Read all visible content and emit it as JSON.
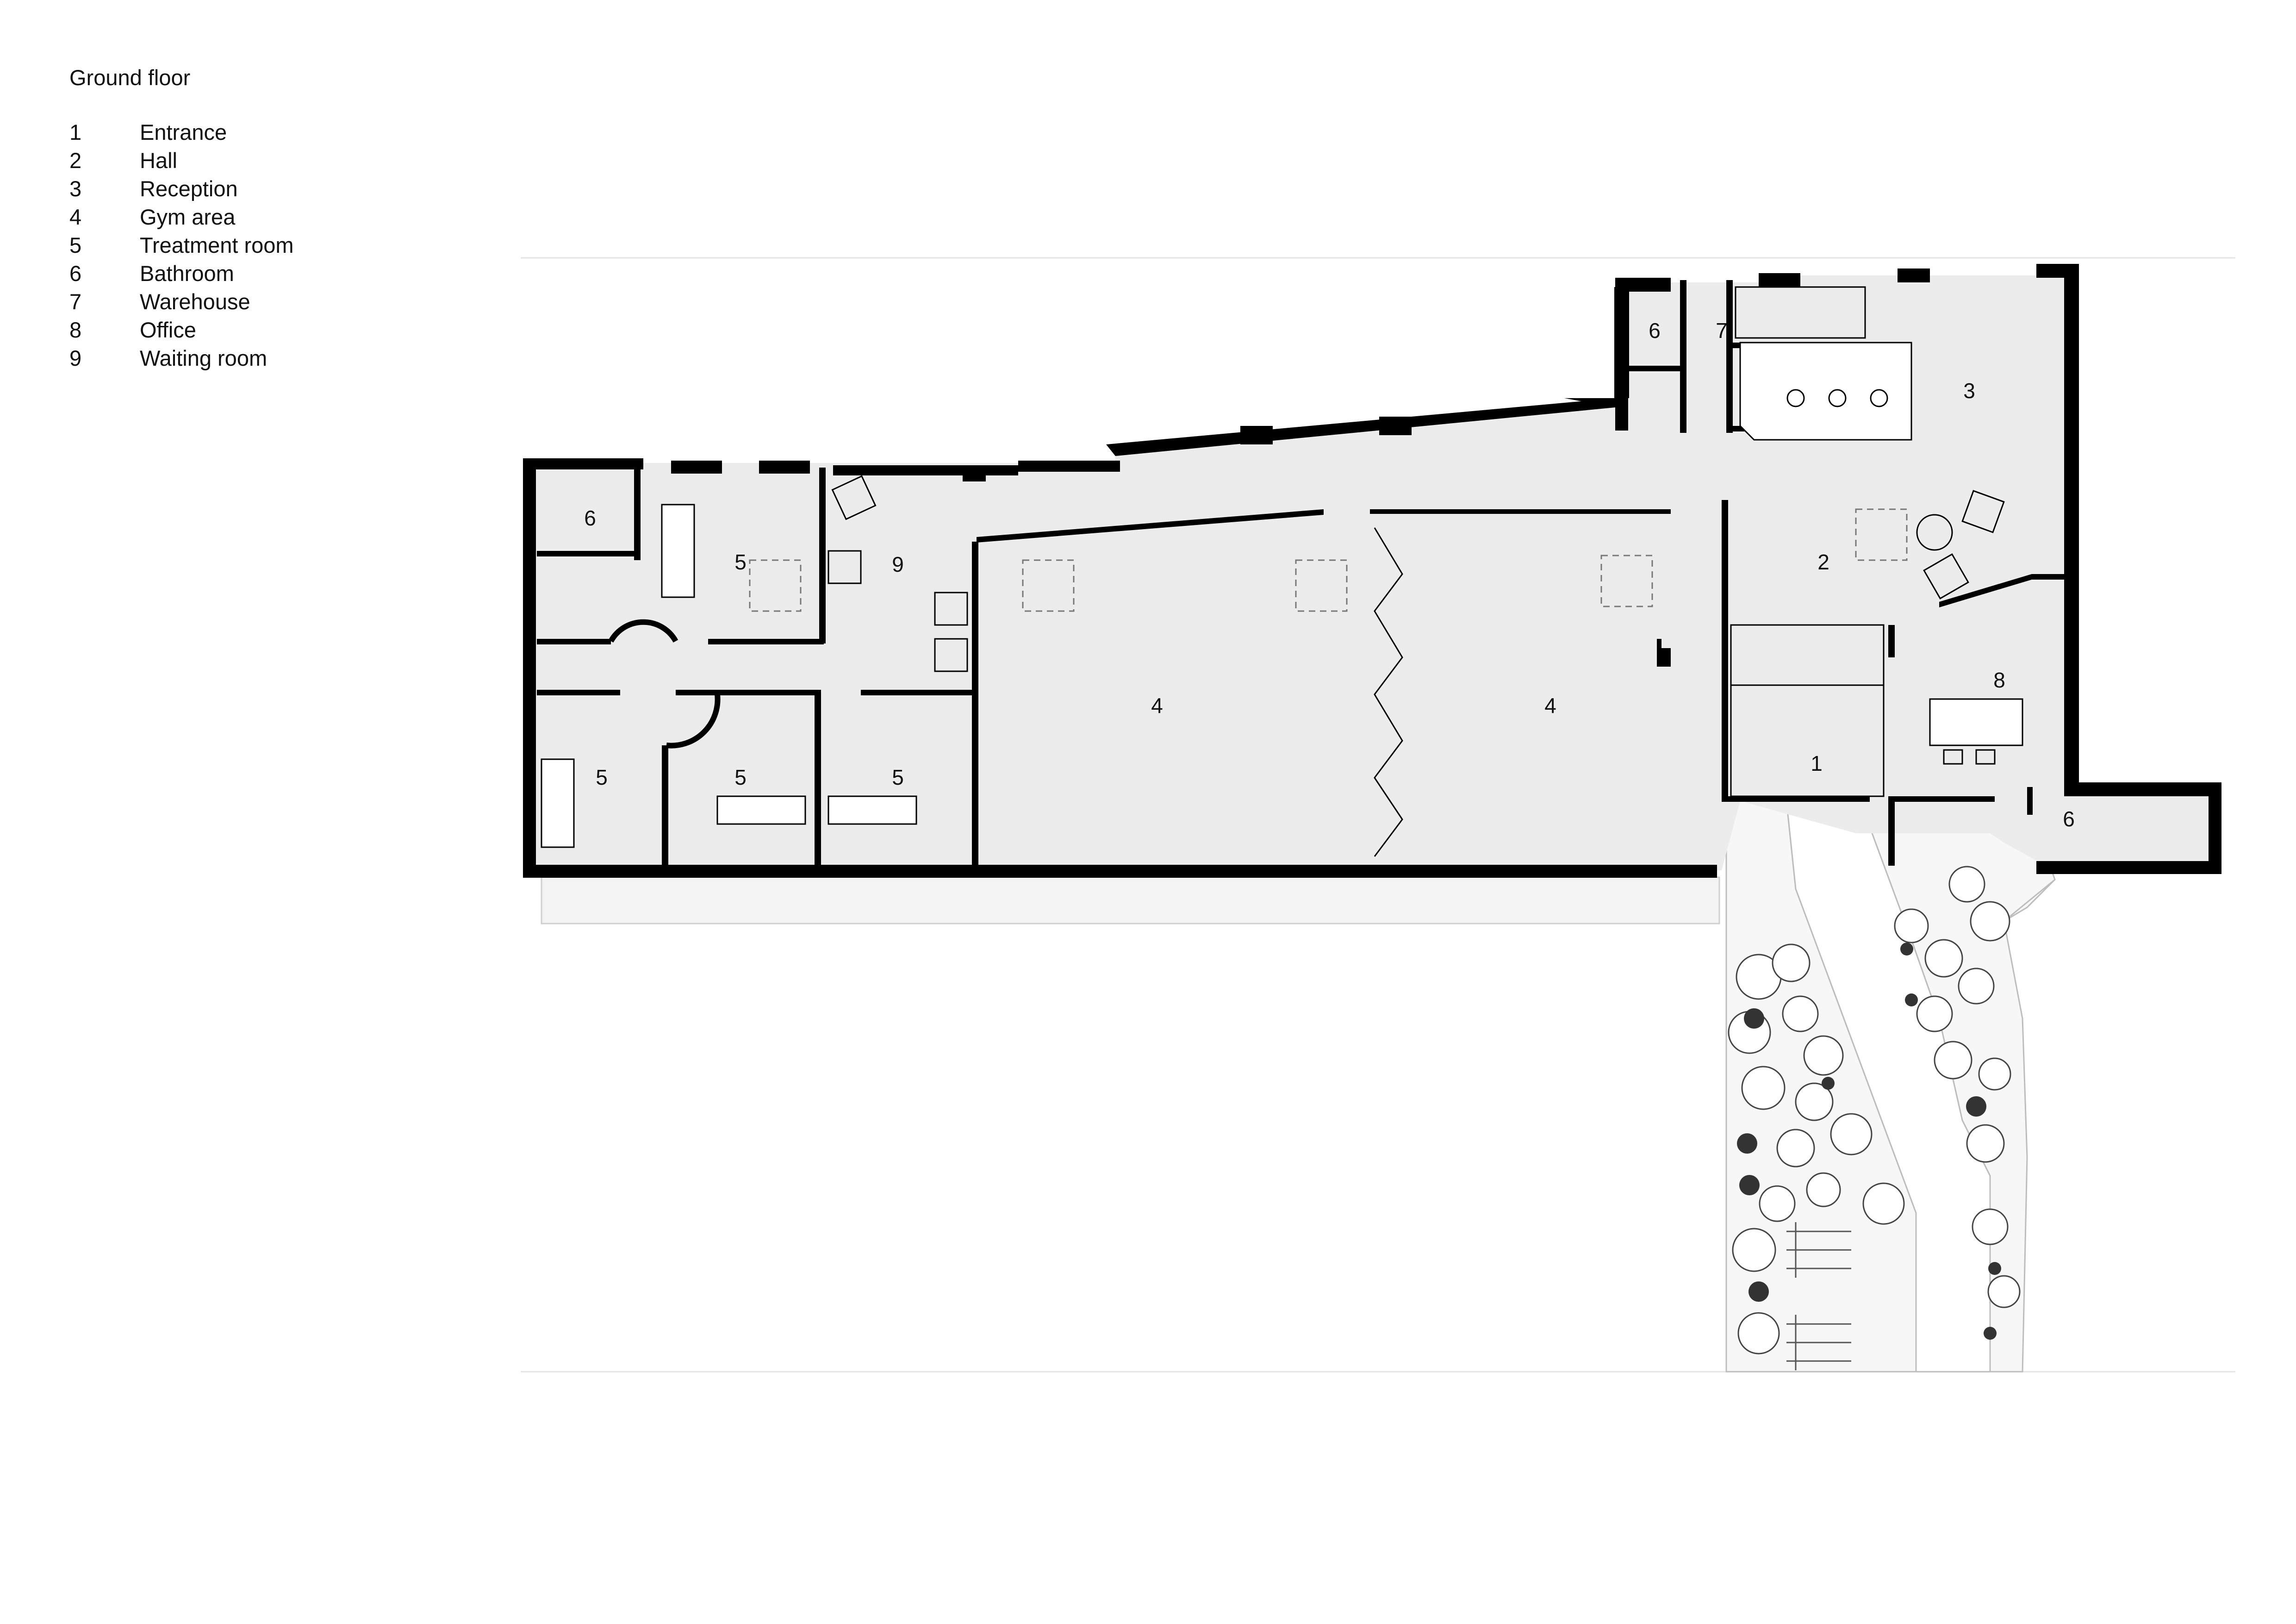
{
  "legend": {
    "title": "Ground floor",
    "items": [
      {
        "num": "1",
        "label": "Entrance"
      },
      {
        "num": "2",
        "label": "Hall"
      },
      {
        "num": "3",
        "label": "Reception"
      },
      {
        "num": "4",
        "label": "Gym area"
      },
      {
        "num": "5",
        "label": "Treatment room"
      },
      {
        "num": "6",
        "label": "Bathroom"
      },
      {
        "num": "7",
        "label": "Warehouse"
      },
      {
        "num": "8",
        "label": "Office"
      },
      {
        "num": "9",
        "label": "Waiting room"
      }
    ]
  },
  "plan": {
    "room_labels": [
      "1",
      "2",
      "3",
      "4",
      "4",
      "5",
      "5",
      "5",
      "5",
      "6",
      "6",
      "6",
      "7",
      "8",
      "9"
    ],
    "colors": {
      "floor": "#ececec",
      "wall": "#000000",
      "ground": "#ffffff"
    }
  }
}
